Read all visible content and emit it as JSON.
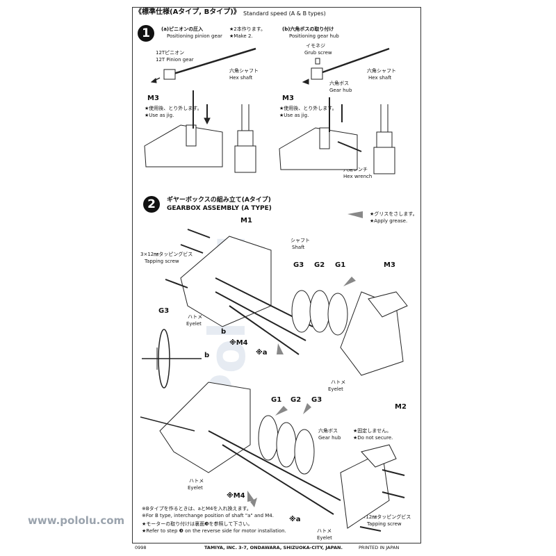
{
  "header": {
    "title_jp": "《標準仕様(Aタイプ, Bタイプ)》",
    "title_en": "Standard speed (A & B types)"
  },
  "step1": {
    "number": "1",
    "a": {
      "title_jp": "(a)ピニオンの圧入",
      "title_en": "Positioning pinion gear",
      "note_jp": "★2本作ります。",
      "note_en": "★Make 2.",
      "pinion_jp": "12Tピニオン",
      "pinion_en": "12T Pinion gear",
      "shaft_jp": "六角シャフト",
      "shaft_en": "Hex shaft",
      "jig_label": "M3",
      "jig_note_jp": "★使用後、とり外します。",
      "jig_note_en": "★Use as jig."
    },
    "b": {
      "title_jp": "(b)六角ボスの取り付け",
      "title_en": "Positioning gear hub",
      "grub_jp": "イモネジ",
      "grub_en": "Grub screw",
      "shaft_jp": "六角シャフト",
      "shaft_en": "Hex shaft",
      "hub_jp": "六角ボス",
      "hub_en": "Gear hub",
      "jig_label": "M3",
      "jig_note_jp": "★使用後、とり外します。",
      "jig_note_en": "★Use as jig.",
      "wrench_jp": "六角レンチ",
      "wrench_en": "Hex wrench"
    }
  },
  "step2": {
    "number": "2",
    "title_jp": "ギヤーボックスの組み立て(Aタイプ)",
    "title_en": "GEARBOX ASSEMBLY (A TYPE)",
    "grease_jp": "★グリスをさします。",
    "grease_en": "★Apply grease.",
    "upper": {
      "m1": "M1",
      "shaft_jp": "シャフト",
      "shaft_en": "Shaft",
      "screw_jp": "3×12㎜タッピングビス",
      "screw_en": "Tapping screw",
      "g3": "G3",
      "g2": "G2",
      "g1": "G1",
      "m3": "M3",
      "eyelet_jp": "ハトメ",
      "eyelet_en": "Eyelet",
      "b": "b",
      "m4": "※M4",
      "a": "※a",
      "eyelet2_jp": "ハトメ",
      "eyelet2_en": "Eyelet"
    },
    "inset": {
      "g3": "G3",
      "b": "b"
    },
    "lower": {
      "g1": "G1",
      "g2": "G2",
      "g3": "G3",
      "m2": "M2",
      "hub_jp": "六角ボス",
      "hub_en": "Gear hub",
      "notsecure_jp": "★固定しません。",
      "notsecure_en": "★Do not secure.",
      "eyelet_jp": "ハトメ",
      "eyelet_en": "Eyelet",
      "m4": "※M4",
      "a": "※a",
      "eyelet2_jp": "ハトメ",
      "eyelet2_en": "Eyelet",
      "screw_jp": "3×12㎜タッピングビス",
      "screw_en": "Tapping screw"
    },
    "notes": {
      "n1": "※Bタイプを作るときは、aとM4を入れ換えます。",
      "n2": "※For B type, interchange position of shaft \"a\" and M4.",
      "n3": "★モーターの取り付けは裏面❸を参照して下さい。",
      "n4": "★Refer to step ❸ on the reverse side for motor installation."
    }
  },
  "footer": {
    "code": "0998",
    "company": "TAMIYA, INC. 3-7, ONDAWARA, SHIZUOKA-CITY, JAPAN.",
    "printed": "PRINTED IN JAPAN"
  },
  "watermark": {
    "url": "www.pololu.com",
    "logo_text": "Pololu"
  }
}
